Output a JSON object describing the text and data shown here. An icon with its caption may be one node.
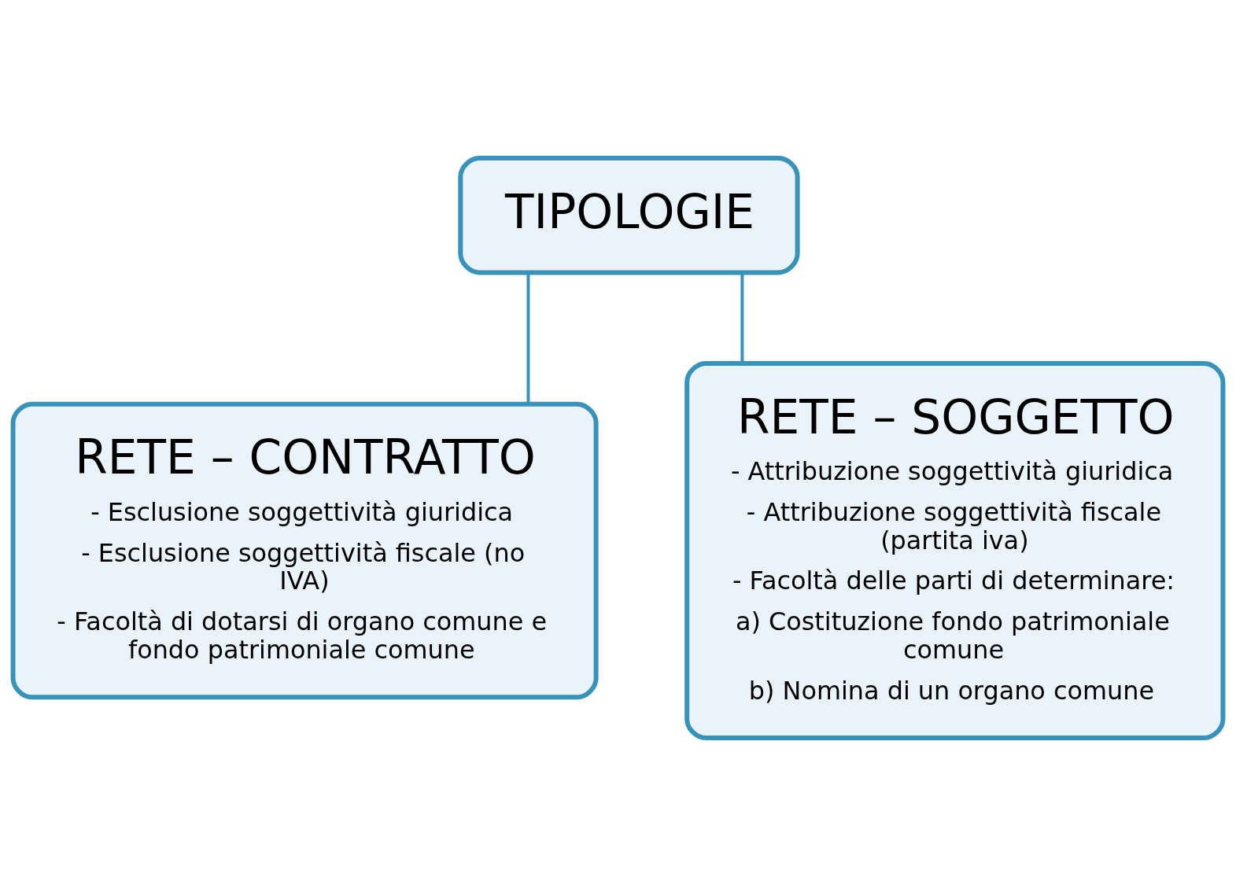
{
  "diagram": {
    "nodes": [
      {
        "text": [
          "TIPOLOGIE"
        ]
      },
      {
        "text": [
          "RETE – CONTRATTO",
          "- Esclusione soggettività giuridica",
          "- Esclusione soggettività fiscale (no IVA)",
          "- Facoltà di dotarsi di organo comune e fondo patrimoniale comune"
        ]
      },
      {
        "text": [
          "RETE – SOGGETTO",
          "- Attribuzione soggettività giuridica",
          "- Attribuzione soggettività fiscale (partita iva)",
          "- Facoltà delle parti di determinare:",
          "a) Costituzione fondo patrimoniale comune",
          "b) Nomina di un organo comune"
        ]
      }
    ],
    "edges": [
      {
        "from": 0,
        "to": 1,
        "arrow": "none"
      },
      {
        "from": 0,
        "to": 2,
        "arrow": "none"
      }
    ]
  }
}
